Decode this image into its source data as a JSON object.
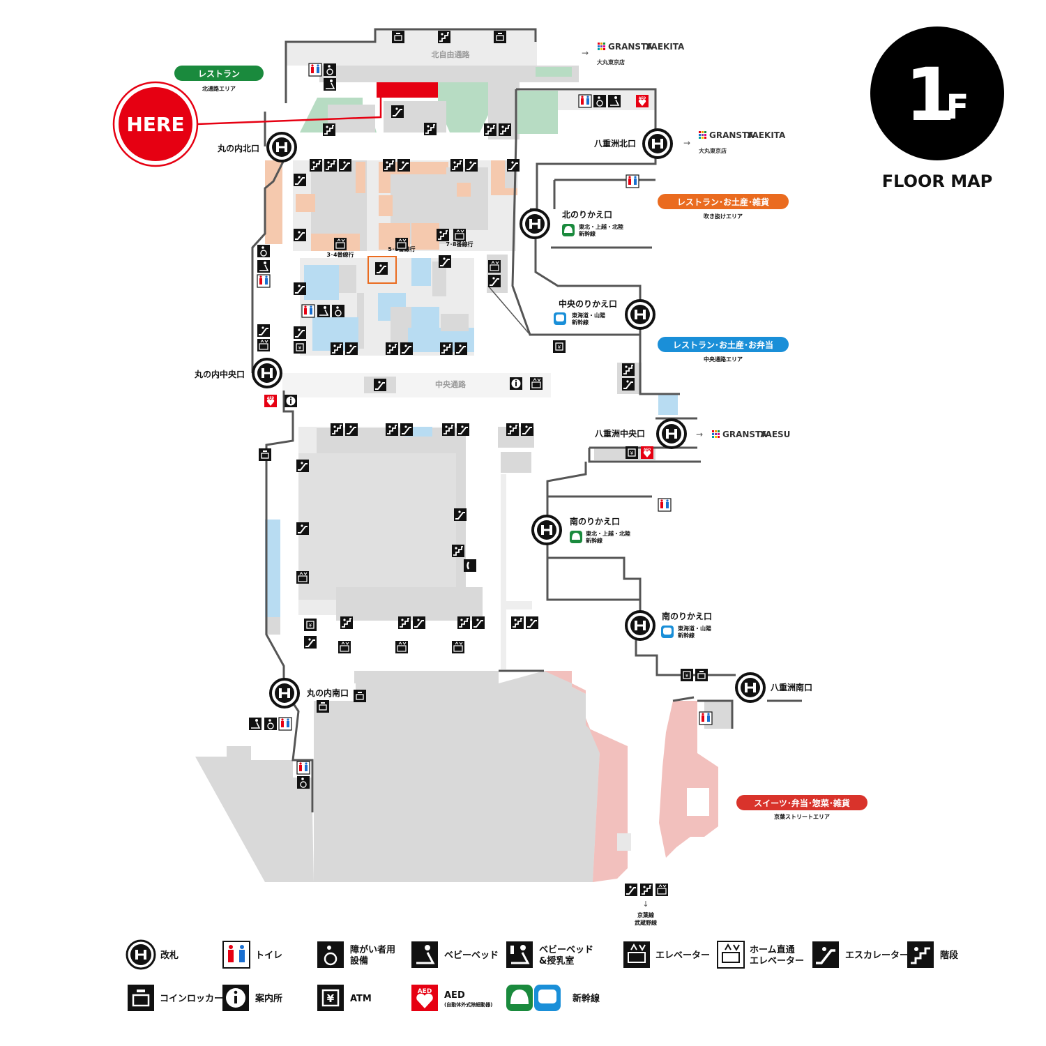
{
  "floor_badge": {
    "floor": "1",
    "floor_suffix": "F",
    "caption": "FLOOR MAP"
  },
  "here_marker": {
    "label": "HERE"
  },
  "corridors": {
    "north": "北自由通路",
    "central": "中央通路"
  },
  "areas": [
    {
      "name": "レストラン",
      "sub": "北通路エリア",
      "color": "#1a8a3d"
    },
    {
      "name": "レストラン･お土産･雑貨",
      "sub": "吹き抜けエリア",
      "color": "#ea6b1f"
    },
    {
      "name": "レストラン･お土産･お弁当",
      "sub": "中央通路エリア",
      "color": "#1a8fd8"
    },
    {
      "name": "スイーツ･弁当･惣菜･雑貨",
      "sub": "京葉ストリートエリア",
      "color": "#d9332b"
    }
  ],
  "gates": {
    "marunouchi_north": "丸の内北口",
    "marunouchi_central": "丸の内中央口",
    "marunouchi_south": "丸の内南口",
    "yaesu_north": "八重洲北口",
    "yaesu_central": "八重洲中央口",
    "yaesu_south": "八重洲南口",
    "north_transfer": "北のりかえ口",
    "central_transfer": "中央のりかえ口",
    "south_transfer_1": "南のりかえ口",
    "south_transfer_2": "南のりかえ口"
  },
  "shinkansen_lines": {
    "north_transfer": [
      "東北・上越・北陸",
      "新幹線"
    ],
    "central_transfer": [
      "東海道・山陽",
      "新幹線"
    ],
    "south_transfer_1": [
      "東北・上越・北陸",
      "新幹線"
    ],
    "south_transfer_2": [
      "東海道・山陽",
      "新幹線"
    ]
  },
  "elevator_labels": {
    "platform_34": "3･4番線行",
    "platform_56": "5･6番線行",
    "platform_78": "7･8番線行"
  },
  "destinations": [
    {
      "brand": "GRANSTA",
      "sub_brand": "YAEKITA",
      "note": "大丸東京店"
    },
    {
      "brand": "GRANSTA",
      "sub_brand": "YAEKITA",
      "note": "大丸東京店"
    },
    {
      "brand": "GRANSTA",
      "sub_brand": "YAESU",
      "note": ""
    }
  ],
  "keiyo_line": {
    "line1": "京葉線",
    "line2": "武蔵野線"
  },
  "legend": [
    {
      "icon": "ticket-gate-icon",
      "label": "改札"
    },
    {
      "icon": "toilet-icon",
      "label": "トイレ"
    },
    {
      "icon": "accessible-facility-icon",
      "label": "障がい者用",
      "label2": "設備"
    },
    {
      "icon": "baby-bed-icon",
      "label": "ベビーベッド"
    },
    {
      "icon": "nursing-room-icon",
      "label": "ベビーベッド",
      "label2": "&授乳室"
    },
    {
      "icon": "elevator-icon",
      "label": "エレベーター"
    },
    {
      "icon": "platform-elevator-icon",
      "label": "ホーム直通",
      "label2": "エレベーター"
    },
    {
      "icon": "escalator-icon",
      "label": "エスカレーター"
    },
    {
      "icon": "stairs-icon",
      "label": "階段"
    },
    {
      "icon": "coin-locker-icon",
      "label": "コインロッカー"
    },
    {
      "icon": "information-icon",
      "label": "案内所"
    },
    {
      "icon": "atm-icon",
      "label": "ATM"
    },
    {
      "icon": "aed-icon",
      "label": "AED",
      "label2": "(自動体外式除細動器)"
    },
    {
      "icon": "shinkansen-icon",
      "label": "新幹線"
    }
  ],
  "colors": {
    "map_gray": "#d9d9d9",
    "shop_peach": "#f5c9ae",
    "shop_blue": "#b8dcf2",
    "shop_green": "#b7dcc3",
    "shop_pink": "#f2c0bd",
    "here_red": "#e60012",
    "route_line": "#555555"
  }
}
